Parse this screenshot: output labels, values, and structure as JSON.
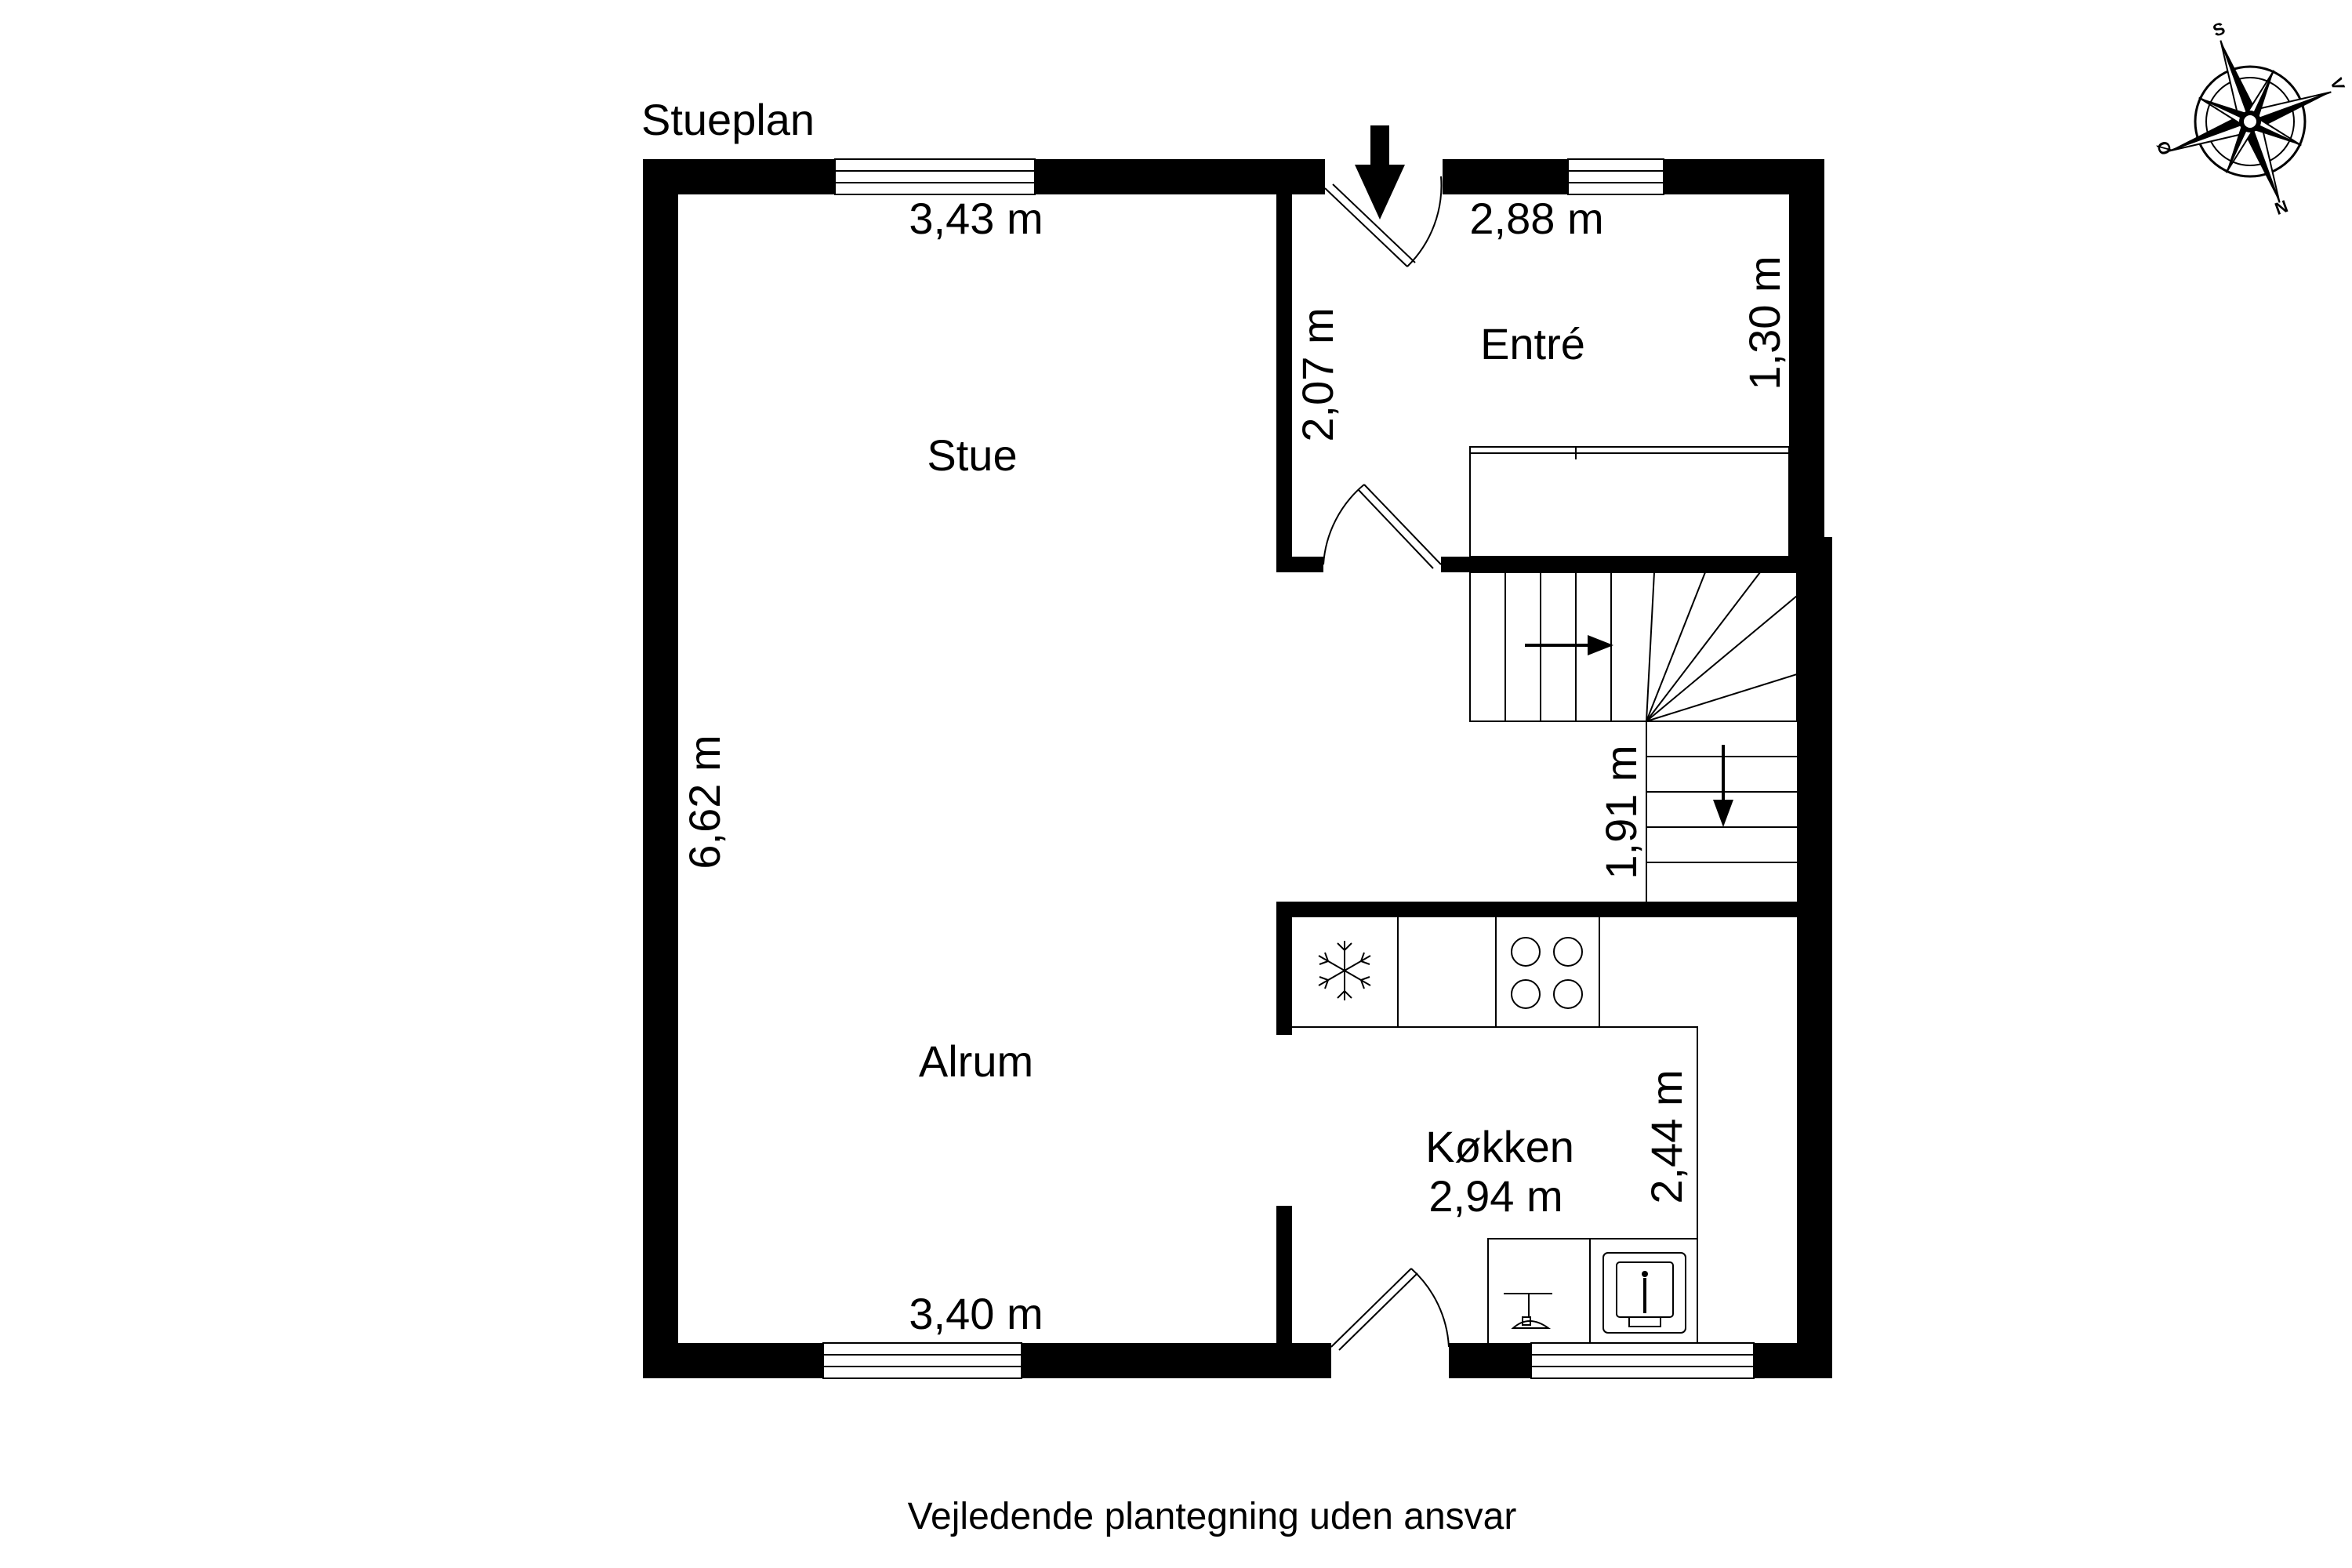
{
  "plan_title": "Stueplan",
  "rooms": {
    "stue": "Stue",
    "entre": "Entré",
    "alrum": "Alrum",
    "kokken": "Køkken"
  },
  "dimensions": {
    "stue_width": "3,43 m",
    "entre_width": "2,88 m",
    "entre_depth_left": "2,07 m",
    "entre_depth_right": "1,30 m",
    "living_length": "6,62 m",
    "stairs_width": "1,91 m",
    "kitchen_width": "2,94 m",
    "kitchen_depth": "2,44 m",
    "alrum_width": "3,40 m"
  },
  "footer": "Vejledende plantegning uden ansvar",
  "compass": {
    "icon": "compass-rose-icon",
    "labels": [
      "S",
      "V",
      "N",
      "Ø"
    ]
  }
}
